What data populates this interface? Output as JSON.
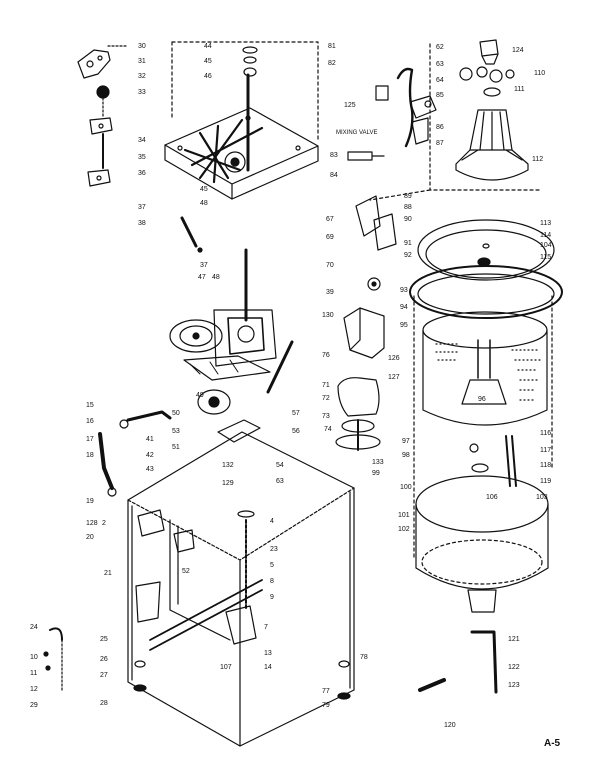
{
  "diagram": {
    "page_code": "A-5",
    "mixing_valve_label": "MIXING VALVE",
    "parts": {
      "p30": "30",
      "p31": "31",
      "p32": "32",
      "p33": "33",
      "p34": "34",
      "p35": "35",
      "p36": "36",
      "p37a": "37",
      "p38": "38",
      "p37b": "37",
      "p44": "44",
      "p45a": "45",
      "p46": "46",
      "p45b": "45",
      "p48a": "48",
      "p81": "81",
      "p82": "82",
      "p125": "125",
      "p83": "83",
      "p62": "62",
      "p63": "63",
      "p64": "64",
      "p85": "85",
      "p86": "86",
      "p87": "87",
      "p124": "124",
      "p110": "110",
      "p111": "111",
      "p112": "112",
      "p113": "113",
      "p114": "114",
      "p104": "104",
      "p115": "115",
      "p84": "84",
      "p89": "89",
      "p88": "88",
      "p90": "90",
      "p91": "91",
      "p92": "92",
      "p70": "70",
      "p67": "67",
      "p69": "69",
      "p93": "93",
      "p94": "94",
      "p95": "95",
      "p96": "96",
      "p126": "126",
      "p127": "127",
      "p47": "47",
      "p48b": "48",
      "p39": "39",
      "p130": "130",
      "p76": "76",
      "p71": "71",
      "p72": "72",
      "p73": "73",
      "p133": "133",
      "p97": "97",
      "p98": "98",
      "p99": "99",
      "p100": "100",
      "p116": "116",
      "p117": "117",
      "p118": "118",
      "p119": "119",
      "p106": "106",
      "p103": "103",
      "p101": "101",
      "p102": "102",
      "p49": "49",
      "p57": "57",
      "p56": "56",
      "p50": "50",
      "p15": "15",
      "p16": "16",
      "p17": "17",
      "p18": "18",
      "p19": "19",
      "p41": "41",
      "p42": "42",
      "p43": "43",
      "p53": "53",
      "p51": "51",
      "p74": "74",
      "p132": "132",
      "p129": "129",
      "p54": "54",
      "p63b": "63",
      "p128": "128",
      "p20": "20",
      "p2": "2",
      "p52": "52",
      "p21": "21",
      "p23": "23",
      "p4": "4",
      "p5": "5",
      "p7": "7",
      "p8": "8",
      "p9": "9",
      "p13": "13",
      "p14": "14",
      "p107": "107",
      "p25": "25",
      "p26": "26",
      "p27": "27",
      "p28": "28",
      "p24": "24",
      "p10": "10",
      "p11": "11",
      "p12": "12",
      "p29": "29",
      "p77": "77",
      "p78": "78",
      "p79": "79",
      "p121": "121",
      "p122": "122",
      "p123": "123",
      "p120": "120"
    }
  }
}
